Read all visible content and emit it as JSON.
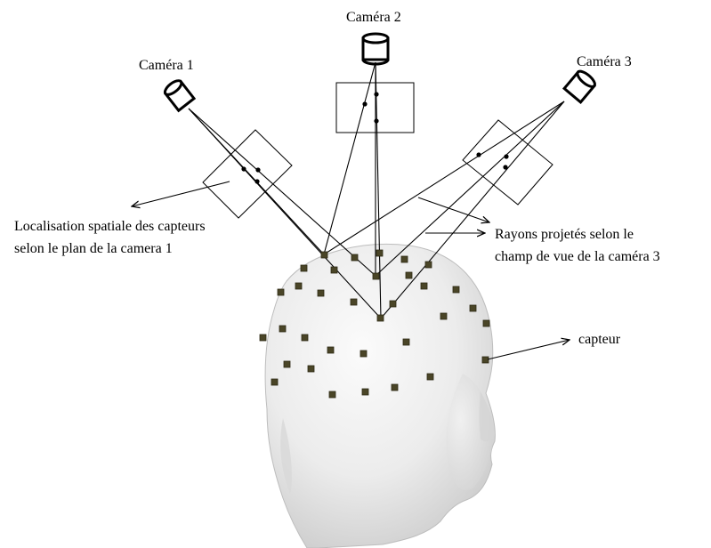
{
  "cameras": [
    {
      "label": "Caméra 1"
    },
    {
      "label": "Caméra 2"
    },
    {
      "label": "Caméra 3"
    }
  ],
  "annotations": {
    "spatial_localization": {
      "line1": "Localisation spatiale des capteurs",
      "line2": "selon le plan de la camera 1"
    },
    "projected_rays": {
      "line1": "Rayons projetés selon le",
      "line2": "champ de vue de la caméra 3"
    },
    "sensor": "capteur"
  },
  "colors": {
    "head_skin": "#e8e8e8",
    "sensor": "#4a4527",
    "line": "#000000"
  }
}
